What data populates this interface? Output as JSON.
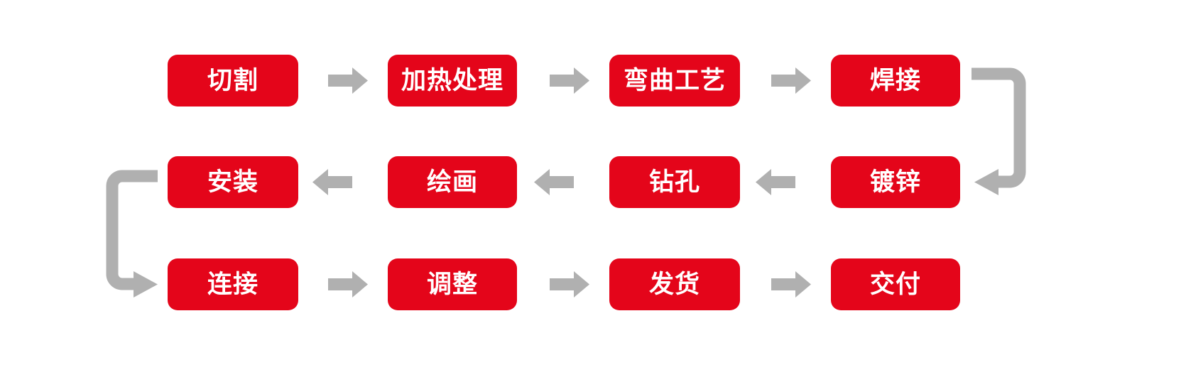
{
  "diagram": {
    "title": "",
    "type": "process-flow",
    "direction": "serpentine",
    "colors": {
      "node_fill": "#e4051a",
      "node_text": "#ffffff",
      "arrow": "#b0b0b0",
      "background": "#ffffff"
    },
    "rows": [
      {
        "index": 1,
        "flow": "left-to-right",
        "nodes": [
          {
            "id": "step-1",
            "label": "切割"
          },
          {
            "id": "step-2",
            "label": "加热处理"
          },
          {
            "id": "step-3",
            "label": "弯曲工艺"
          },
          {
            "id": "step-4",
            "label": "焊接"
          }
        ]
      },
      {
        "index": 2,
        "flow": "right-to-left",
        "nodes": [
          {
            "id": "step-8",
            "label": "安装"
          },
          {
            "id": "step-7",
            "label": "绘画"
          },
          {
            "id": "step-6",
            "label": "钻孔"
          },
          {
            "id": "step-5",
            "label": "镀锌"
          }
        ]
      },
      {
        "index": 3,
        "flow": "left-to-right",
        "nodes": [
          {
            "id": "step-9",
            "label": "连接"
          },
          {
            "id": "step-10",
            "label": "调整"
          },
          {
            "id": "step-11",
            "label": "发货"
          },
          {
            "id": "step-12",
            "label": "交付"
          }
        ]
      }
    ],
    "connectors": {
      "row1": [
        {
          "id": "arrow-1-2",
          "direction": "right"
        },
        {
          "id": "arrow-2-3",
          "direction": "right"
        },
        {
          "id": "arrow-3-4",
          "direction": "right"
        }
      ],
      "row2": [
        {
          "id": "arrow-7-8",
          "direction": "left"
        },
        {
          "id": "arrow-6-7",
          "direction": "left"
        },
        {
          "id": "arrow-5-6",
          "direction": "left"
        }
      ],
      "row3": [
        {
          "id": "arrow-9-10",
          "direction": "right"
        },
        {
          "id": "arrow-10-11",
          "direction": "right"
        },
        {
          "id": "arrow-11-12",
          "direction": "right"
        }
      ],
      "elbows": [
        {
          "id": "elbow-right-wrap",
          "from": "step-4",
          "to": "step-5",
          "side": "right"
        },
        {
          "id": "elbow-left-wrap",
          "from": "step-8",
          "to": "step-9",
          "side": "left"
        }
      ]
    }
  }
}
